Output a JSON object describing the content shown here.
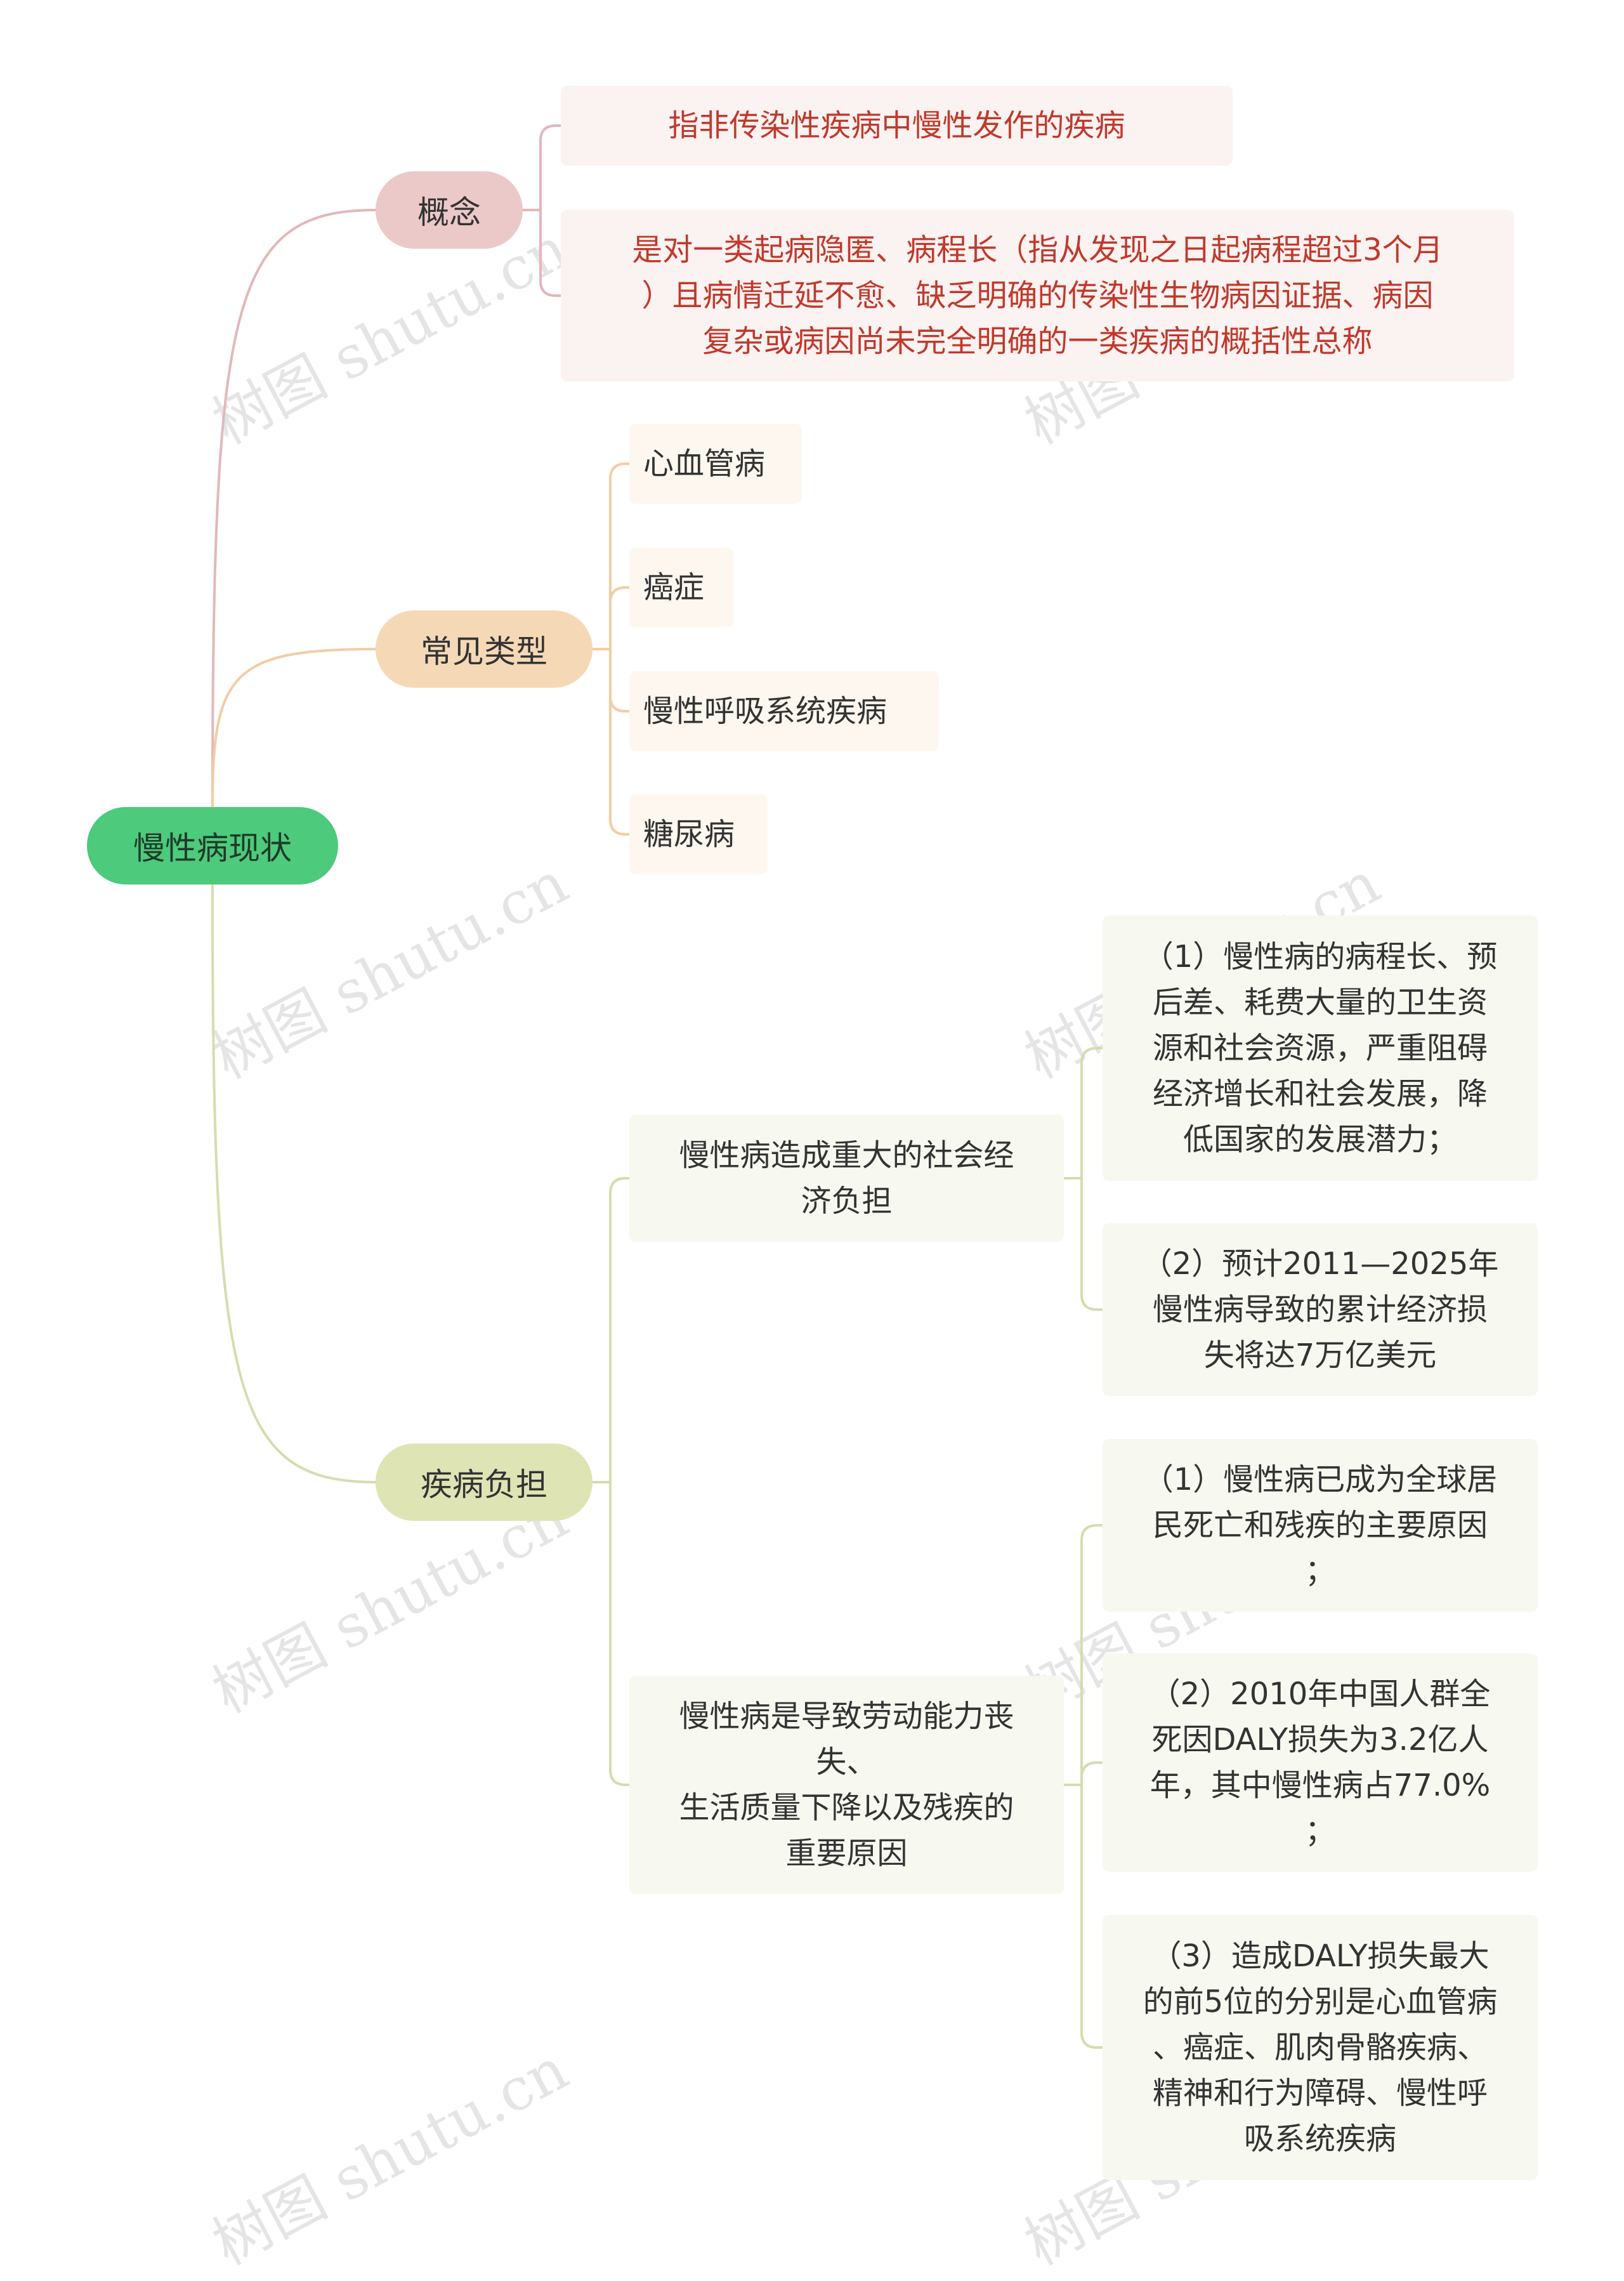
{
  "root": {
    "label": "慢性病现状"
  },
  "concept": {
    "label": "概念",
    "items": [
      "指非传染性疾病中慢性发作的疾病",
      "是对一类起病隐匿、病程长（指从发现之日起病程超过3个月\n）且病情迁延不愈、缺乏明确的传染性生物病因证据、病因\n复杂或病因尚未完全明确的一类疾病的概括性总称"
    ]
  },
  "types": {
    "label": "常见类型",
    "items": [
      "心血管病",
      "癌症",
      "慢性呼吸系统疾病",
      "糖尿病"
    ]
  },
  "burden": {
    "label": "疾病负担",
    "economic": {
      "label": "慢性病造成重大的社会经\n济负担",
      "items": [
        "（1）慢性病的病程长、预\n后差、耗费大量的卫生资\n源和社会资源，严重阻碍\n经济增长和社会发展，降\n低国家的发展潜力；",
        "（2）预计2011—2025年\n慢性病导致的累计经济损\n失将达7万亿美元"
      ]
    },
    "disability": {
      "label": "慢性病是导致劳动能力丧\n失、\n生活质量下降以及残疾的\n重要原因",
      "items": [
        "（1）慢性病已成为全球居\n民死亡和残疾的主要原因\n；",
        "（2）2010年中国人群全\n死因DALY损失为3.2亿人\n年，其中慢性病占77.0%\n；",
        "（3）造成DALY损失最大\n的前5位的分别是心血管病\n、癌症、肌肉骨骼疾病、\n精神和行为障碍、慢性呼\n吸系统疾病"
      ]
    }
  },
  "watermark": "树图 shutu.cn",
  "colors": {
    "root": "#4dca7b",
    "concept": "#ecc9c9",
    "types": "#f5d9b7",
    "burden": "#dfe4b4",
    "concept_text": "#c0392b",
    "edge_concept": "#e2b8b8",
    "edge_types": "#f1cda6",
    "edge_burden": "#d6dcae"
  }
}
